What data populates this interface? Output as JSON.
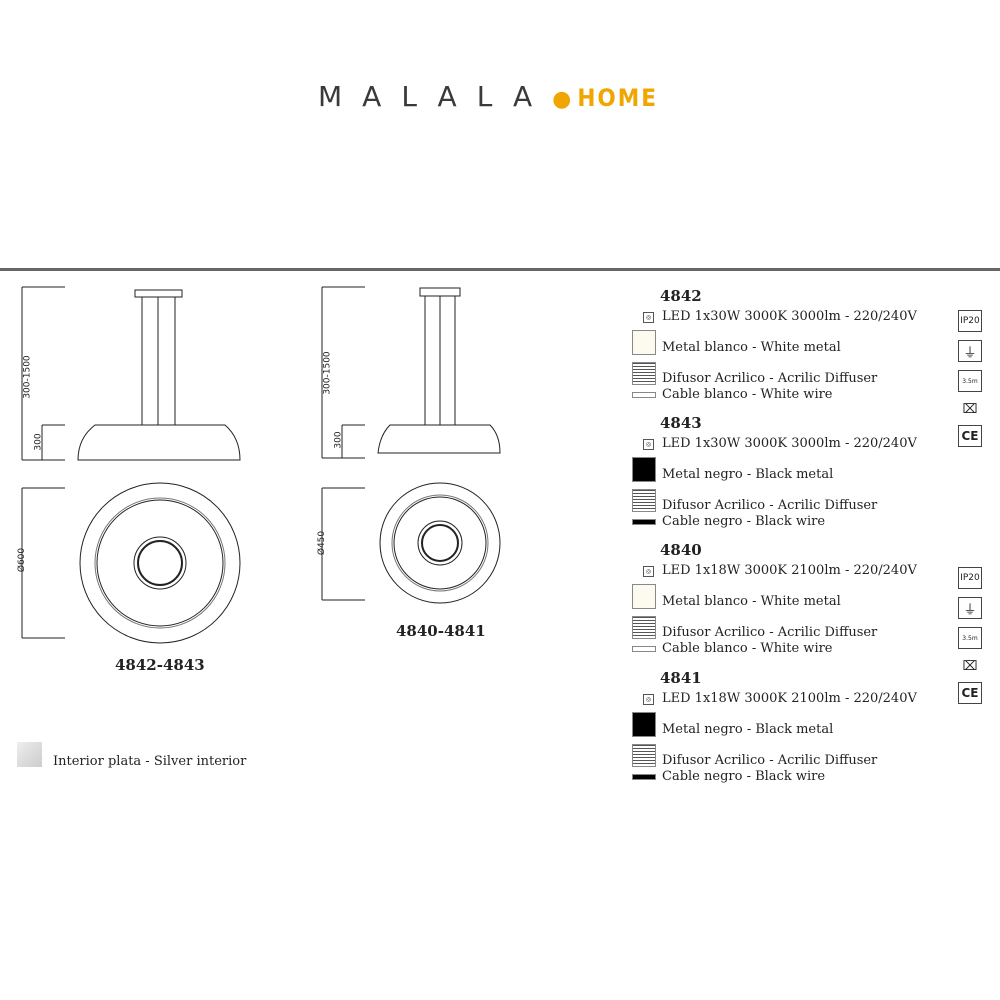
{
  "logo": {
    "brand": "MALALA",
    "sub": "HOME",
    "accent": "#f0a500"
  },
  "drawings": [
    {
      "label": "4842-4843",
      "height_dim": "300-1500",
      "shade_dim": "300",
      "diameter_dim": "Ø600"
    },
    {
      "label": "4840-4841",
      "height_dim": "300-1500",
      "shade_dim": "300",
      "diameter_dim": "Ø450"
    }
  ],
  "legend": {
    "silver": "Interior plata - Silver interior"
  },
  "models": [
    {
      "code": "4842",
      "led": "LED 1x30W 3000K 3000lm - 220/240V",
      "metal": "Metal blanco - White metal",
      "diffuser": "Difusor Acrilico - Acrilic Diffuser",
      "cable": "Cable blanco - White wire",
      "color": "#fdfbef"
    },
    {
      "code": "4843",
      "led": "LED 1x30W 3000K 3000lm - 220/240V",
      "metal": "Metal negro - Black metal",
      "diffuser": "Difusor Acrilico - Acrilic Diffuser",
      "cable": "Cable negro - Black wire",
      "color": "#000000"
    },
    {
      "code": "4840",
      "led": "LED 1x18W 3000K 2100lm - 220/240V",
      "metal": "Metal blanco - White metal",
      "diffuser": "Difusor Acrilico - Acrilic Diffuser",
      "cable": "Cable blanco - White wire",
      "color": "#fdfbef"
    },
    {
      "code": "4841",
      "led": "LED 1x18W 3000K 2100lm - 220/240V",
      "metal": "Metal negro - Black metal",
      "diffuser": "Difusor Acrilico - Acrilic Diffuser",
      "cable": "Cable negro - Black wire",
      "color": "#000000"
    }
  ],
  "cert_icons": {
    "ip": "IP20",
    "ce": "CE",
    "energy": "3.5m"
  }
}
